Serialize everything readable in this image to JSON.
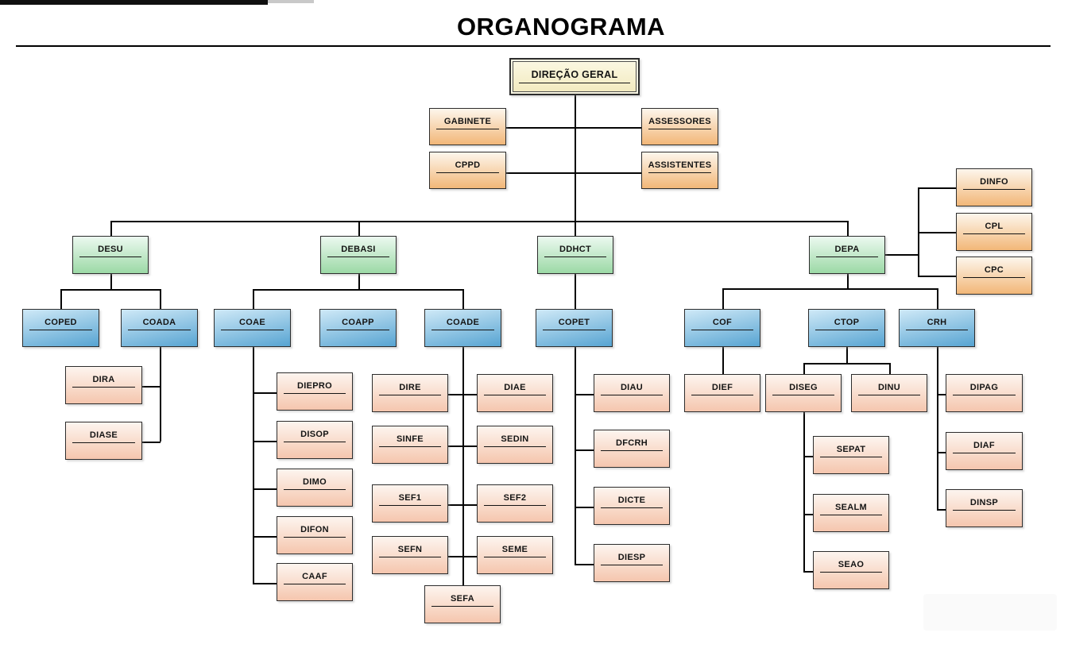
{
  "title": "ORGANOGRAMA",
  "palette": {
    "cream_top": "#fcf9e4",
    "cream_bottom": "#f1e9bd",
    "orange_top": "#fdf6ec",
    "orange_bottom": "#f2b778",
    "green_top": "#ecf9f0",
    "green_bottom": "#9cd9a6",
    "blue_top": "#cfe9f7",
    "blue_bottom": "#57a4d2",
    "pink_top": "#fdf5ef",
    "pink_bottom": "#f5c6ae",
    "line_color": "#000000"
  },
  "nodes": [
    {
      "id": "direcao_geral",
      "label": "DIREÇÃO GERAL",
      "group": "cream",
      "parent": null
    },
    {
      "id": "gabinete",
      "label": "GABINETE",
      "group": "orange",
      "parent": "direcao_geral"
    },
    {
      "id": "assessores",
      "label": "ASSESSORES",
      "group": "orange",
      "parent": "direcao_geral"
    },
    {
      "id": "cppd",
      "label": "CPPD",
      "group": "orange",
      "parent": "direcao_geral"
    },
    {
      "id": "assistentes",
      "label": "ASSISTENTES",
      "group": "orange",
      "parent": "direcao_geral"
    },
    {
      "id": "desu",
      "label": "DESU",
      "group": "green",
      "parent": "direcao_geral"
    },
    {
      "id": "debasi",
      "label": "DEBASI",
      "group": "green",
      "parent": "direcao_geral"
    },
    {
      "id": "ddhct",
      "label": "DDHCT",
      "group": "green",
      "parent": "direcao_geral"
    },
    {
      "id": "depa",
      "label": "DEPA",
      "group": "green",
      "parent": "direcao_geral"
    },
    {
      "id": "dinfo",
      "label": "DINFO",
      "group": "orange",
      "parent": "depa"
    },
    {
      "id": "cpl",
      "label": "CPL",
      "group": "orange",
      "parent": "depa"
    },
    {
      "id": "cpc",
      "label": "CPC",
      "group": "orange",
      "parent": "depa"
    },
    {
      "id": "coped",
      "label": "COPED",
      "group": "blue",
      "parent": "desu"
    },
    {
      "id": "coada",
      "label": "COADA",
      "group": "blue",
      "parent": "desu"
    },
    {
      "id": "dira",
      "label": "DIRA",
      "group": "pink",
      "parent": "coada"
    },
    {
      "id": "diase",
      "label": "DIASE",
      "group": "pink",
      "parent": "coada"
    },
    {
      "id": "coae",
      "label": "COAE",
      "group": "blue",
      "parent": "debasi"
    },
    {
      "id": "coapp",
      "label": "COAPP",
      "group": "blue",
      "parent": "debasi"
    },
    {
      "id": "coade",
      "label": "COADE",
      "group": "blue",
      "parent": "debasi"
    },
    {
      "id": "diepro",
      "label": "DIEPRO",
      "group": "pink",
      "parent": "coae"
    },
    {
      "id": "disop",
      "label": "DISOP",
      "group": "pink",
      "parent": "coae"
    },
    {
      "id": "dimo",
      "label": "DIMO",
      "group": "pink",
      "parent": "coae"
    },
    {
      "id": "difon",
      "label": "DIFON",
      "group": "pink",
      "parent": "coae"
    },
    {
      "id": "caaf",
      "label": "CAAF",
      "group": "pink",
      "parent": "coae"
    },
    {
      "id": "dire",
      "label": "DIRE",
      "group": "pink",
      "parent": "coade"
    },
    {
      "id": "diae",
      "label": "DIAE",
      "group": "pink",
      "parent": "coade"
    },
    {
      "id": "sinfe",
      "label": "SINFE",
      "group": "pink",
      "parent": "coade"
    },
    {
      "id": "sedin",
      "label": "SEDIN",
      "group": "pink",
      "parent": "coade"
    },
    {
      "id": "sef1",
      "label": "SEF1",
      "group": "pink",
      "parent": "coade"
    },
    {
      "id": "sef2",
      "label": "SEF2",
      "group": "pink",
      "parent": "coade"
    },
    {
      "id": "sefn",
      "label": "SEFN",
      "group": "pink",
      "parent": "coade"
    },
    {
      "id": "seme",
      "label": "SEME",
      "group": "pink",
      "parent": "coade"
    },
    {
      "id": "sefa",
      "label": "SEFA",
      "group": "pink",
      "parent": "coade"
    },
    {
      "id": "copet",
      "label": "COPET",
      "group": "blue",
      "parent": "ddhct"
    },
    {
      "id": "diau",
      "label": "DIAU",
      "group": "pink",
      "parent": "copet"
    },
    {
      "id": "dfcrh",
      "label": "DFCRH",
      "group": "pink",
      "parent": "copet"
    },
    {
      "id": "dicte",
      "label": "DICTE",
      "group": "pink",
      "parent": "copet"
    },
    {
      "id": "diesp",
      "label": "DIESP",
      "group": "pink",
      "parent": "copet"
    },
    {
      "id": "cof",
      "label": "COF",
      "group": "blue",
      "parent": "depa"
    },
    {
      "id": "dief",
      "label": "DIEF",
      "group": "pink",
      "parent": "cof"
    },
    {
      "id": "ctop",
      "label": "CTOP",
      "group": "blue",
      "parent": "depa"
    },
    {
      "id": "crh",
      "label": "CRH",
      "group": "blue",
      "parent": "depa"
    },
    {
      "id": "diseg",
      "label": "DISEG",
      "group": "pink",
      "parent": "ctop"
    },
    {
      "id": "dinu",
      "label": "DINU",
      "group": "pink",
      "parent": "ctop"
    },
    {
      "id": "sepat",
      "label": "SEPAT",
      "group": "pink",
      "parent": "diseg"
    },
    {
      "id": "sealm",
      "label": "SEALM",
      "group": "pink",
      "parent": "diseg"
    },
    {
      "id": "seao",
      "label": "SEAO",
      "group": "pink",
      "parent": "diseg"
    },
    {
      "id": "dipag",
      "label": "DIPAG",
      "group": "pink",
      "parent": "crh"
    },
    {
      "id": "diaf",
      "label": "DIAF",
      "group": "pink",
      "parent": "crh"
    },
    {
      "id": "dinsp",
      "label": "DINSP",
      "group": "pink",
      "parent": "crh"
    }
  ]
}
